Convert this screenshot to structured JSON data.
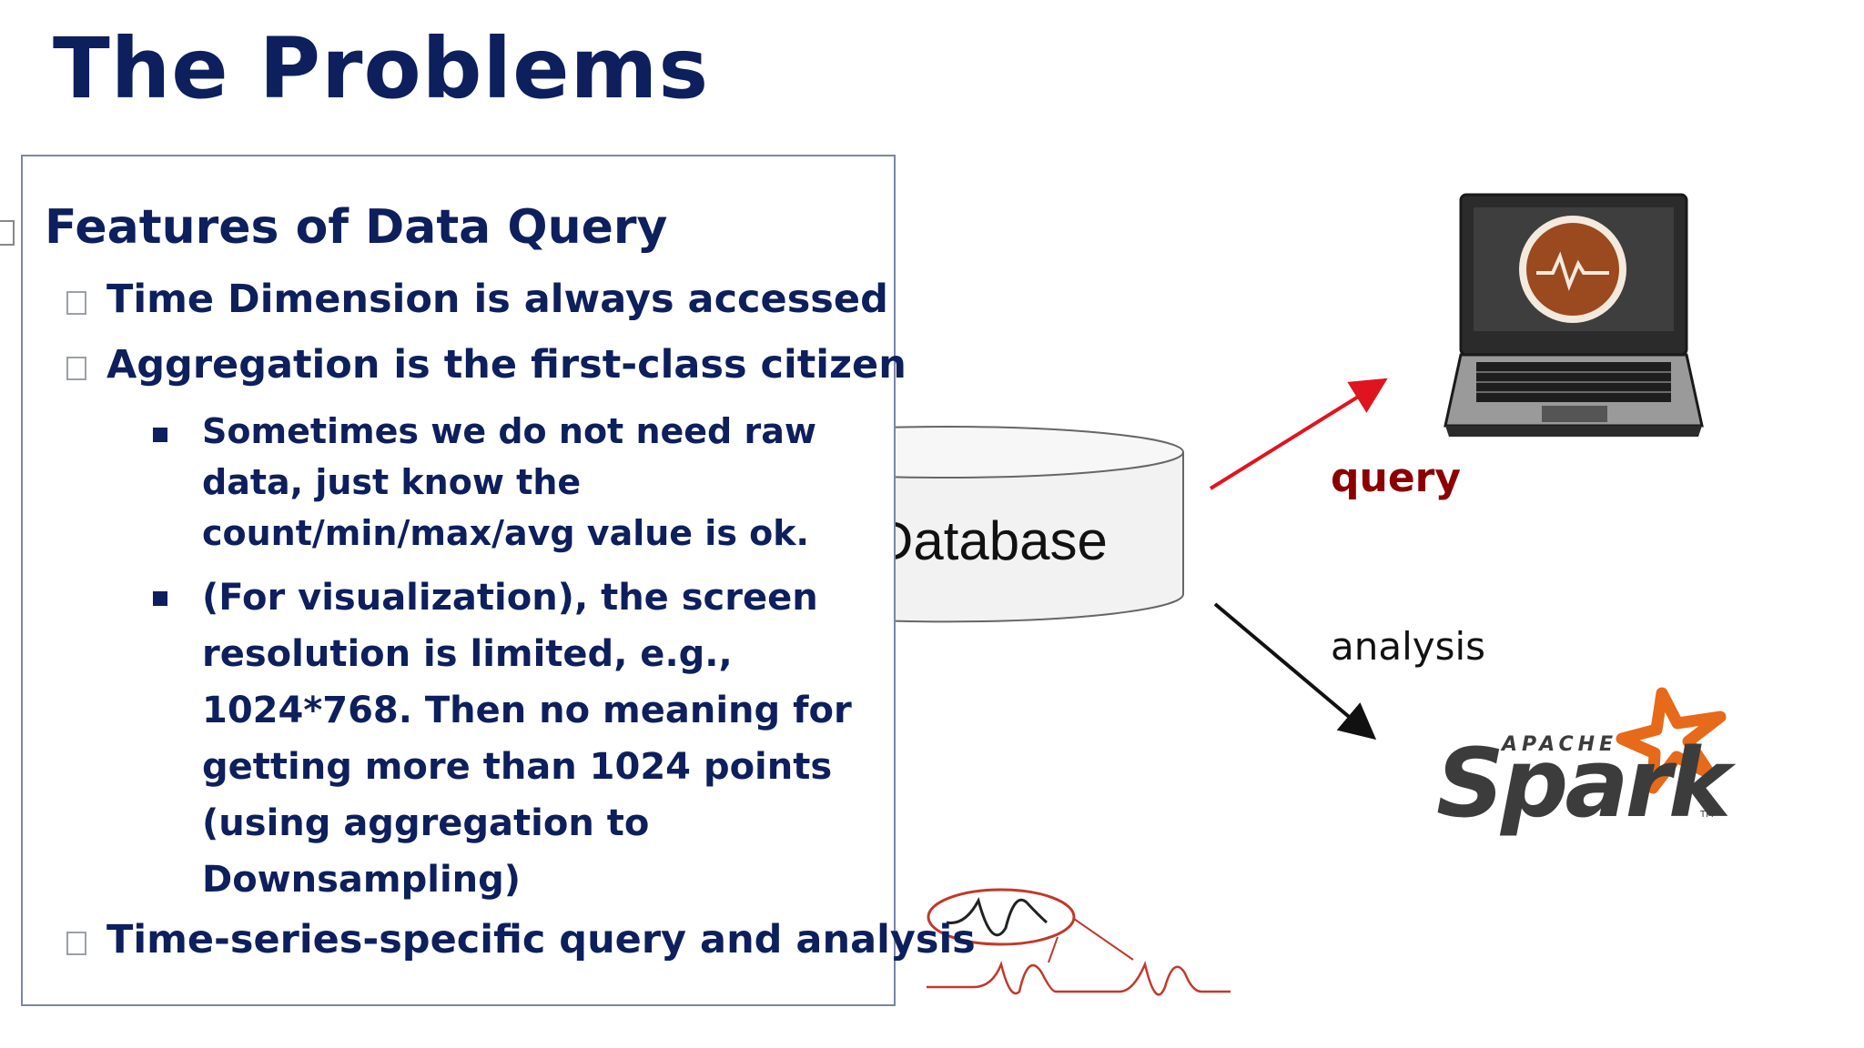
{
  "slide": {
    "title": "The Problems"
  },
  "panel": {
    "heading": "Features of Data Query",
    "items": [
      "Time Dimension is always accessed",
      "Aggregation is the first-class citizen",
      "Time-series-specific query and analysis"
    ],
    "subitems": [
      "Sometimes we do not need raw data, just know the count/min/max/avg value is ok.",
      "(For visualization), the screen resolution is limited, e.g., 1024*768. Then no meaning for getting more than 1024 points (using aggregation to Downsampling)"
    ]
  },
  "diagram": {
    "database_label": "Database",
    "query_label": "query",
    "analysis_label": "analysis",
    "spark_logo": "APACHE Spark TM",
    "colors": {
      "query_arrow": "#e0141e",
      "query_text": "#8b0000",
      "analysis_arrow": "#111111",
      "spark_star": "#e66a1a",
      "spark_text": "#3c3c3c",
      "wave": "#c0392b"
    },
    "icons": [
      "database-cylinder-icon",
      "laptop-icon",
      "heartbeat-icon",
      "spark-star-icon",
      "downsampling-wave-icon"
    ]
  }
}
